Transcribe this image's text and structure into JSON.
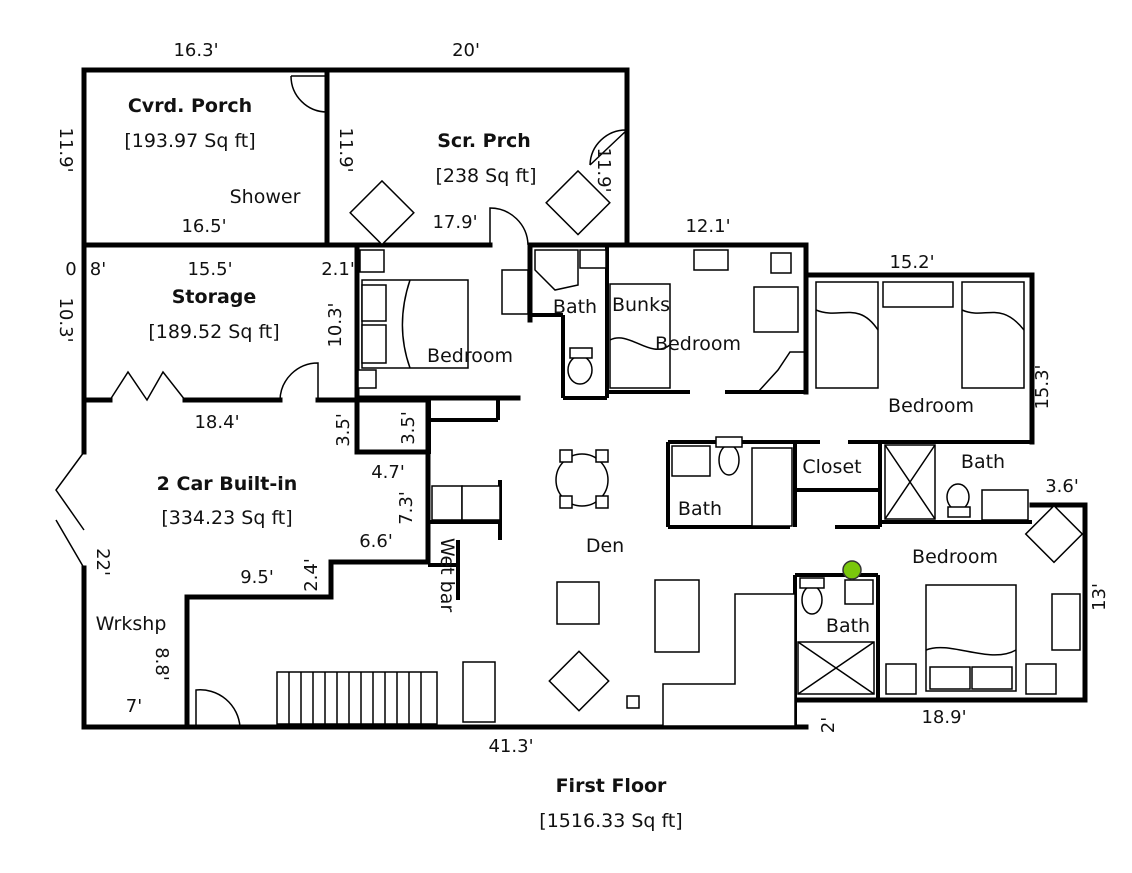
{
  "title": "First Floor",
  "total_area": "[1516.33 Sq ft]",
  "rooms": {
    "cvrd_porch": {
      "name": "Cvrd. Porch",
      "area": "[193.97 Sq ft]"
    },
    "scr_prch": {
      "name": "Scr. Prch",
      "area": "[238 Sq ft]"
    },
    "storage": {
      "name": "Storage",
      "area": "[189.52 Sq ft]"
    },
    "garage": {
      "name": "2 Car Built-in",
      "area": "[334.23 Sq ft]"
    },
    "shower": "Shower",
    "bedroom_1": "Bedroom",
    "bedroom_2": "Bedroom",
    "bedroom_3": "Bedroom",
    "bedroom_4": "Bedroom",
    "bath_1": "Bath",
    "bath_2": "Bath",
    "bath_3": "Bath",
    "bath_4": "Bath",
    "bunks": "Bunks",
    "closet": "Closet",
    "den": "Den",
    "wet_bar": "Wet bar",
    "wrkshp": "Wrkshp"
  },
  "dimensions": {
    "top_left": "16.3'",
    "top_mid": "20'",
    "porch_left": "11.9'",
    "porch_inner": "11.9'",
    "porch_bottom": "16.5'",
    "scr_bottom": "17.9'",
    "scr_right": "11.9'",
    "bunk_top": "12.1'",
    "bed3_top": "15.2'",
    "storage_left0": "0",
    "storage_left8": "8'",
    "storage_top": "15.5'",
    "storage_right": "2.1'",
    "storage_side": "10.3'",
    "storage_inner": "10.3'",
    "garage_top": "18.4'",
    "closet_a": "3.5'",
    "closet_b": "3.5'",
    "garage_r1": "4.7'",
    "garage_r2": "7.3'",
    "garage_r3": "6.6'",
    "garage_bottom": "9.5'",
    "garage_step": "2.4'",
    "garage_left": "22'",
    "wrkshp_side": "8.8'",
    "wrkshp_bottom": "7'",
    "bottom_total": "41.3'",
    "bed3_right": "15.3'",
    "bed4_top": "3.6'",
    "bed4_right": "13'",
    "bed4_bottom": "18.9'",
    "bath_step": "2'"
  },
  "colors": {
    "wall": "#000000",
    "marker": "#7ac70c"
  }
}
